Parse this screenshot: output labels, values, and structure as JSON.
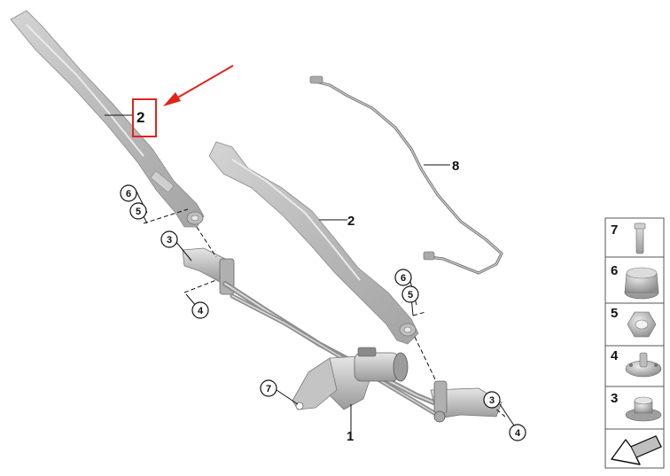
{
  "labels": {
    "part1": "1",
    "part2_left": "2",
    "part2_right": "2",
    "part8": "8"
  },
  "callouts": {
    "left_6": "6",
    "left_5": "5",
    "left_3": "3",
    "left_4": "4",
    "right_6": "6",
    "right_5": "5",
    "right_3": "3",
    "right_4": "4",
    "bottom_7": "7"
  },
  "legend": {
    "items": [
      "7",
      "6",
      "5",
      "4",
      "3"
    ]
  },
  "highlight": {
    "color": "#e2231a"
  }
}
